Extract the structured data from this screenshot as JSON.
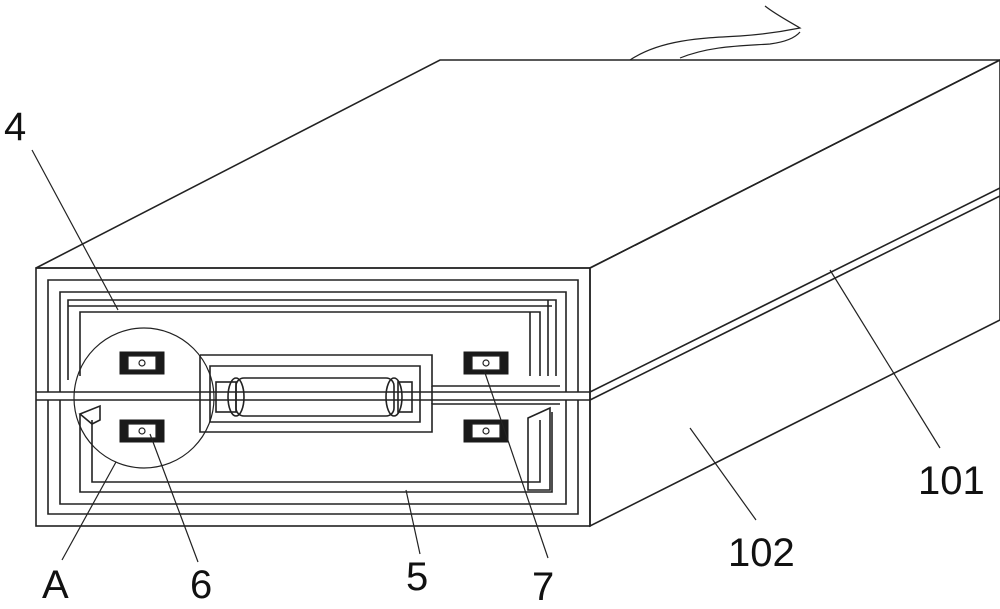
{
  "labels": {
    "four": "4",
    "a": "A",
    "six": "6",
    "five": "5",
    "seven": "7",
    "one_zero_one": "101",
    "one_zero_two": "102"
  }
}
